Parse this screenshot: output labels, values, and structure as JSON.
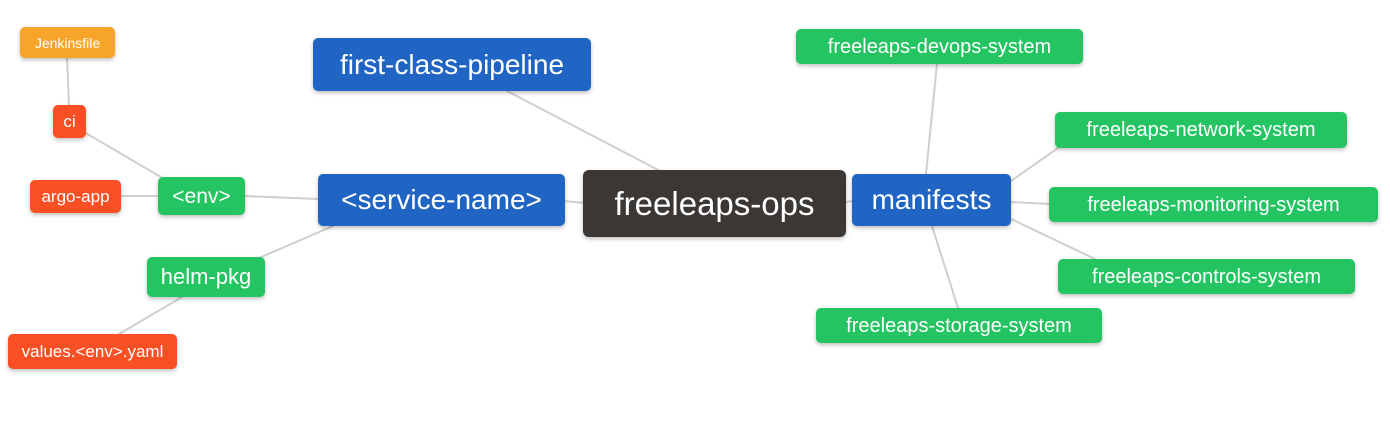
{
  "colors": {
    "root": "#3B3735",
    "blue": "#2065C4",
    "green": "#24C462",
    "red": "#F94F25",
    "amber": "#F7A52A",
    "edge": "#CFCFCF",
    "text": "#FFFFFF",
    "background": "#FFFFFF"
  },
  "mindmap": {
    "root": {
      "label": "freeleaps-ops"
    },
    "nodes": {
      "first_class_pipeline": {
        "label": "first-class-pipeline"
      },
      "service_name": {
        "label": "<service-name>"
      },
      "manifests": {
        "label": "manifests"
      },
      "env": {
        "label": "<env>"
      },
      "helm_pkg": {
        "label": "helm-pkg"
      },
      "ci": {
        "label": "ci"
      },
      "argo_app": {
        "label": "argo-app"
      },
      "jenkinsfile": {
        "label": "Jenkinsfile"
      },
      "values_env_yaml": {
        "label": "values.<env>.yaml"
      },
      "devops_system": {
        "label": "freeleaps-devops-system"
      },
      "network_system": {
        "label": "freeleaps-network-system"
      },
      "monitoring_system": {
        "label": "freeleaps-monitoring-system"
      },
      "controls_system": {
        "label": "freeleaps-controls-system"
      },
      "storage_system": {
        "label": "freeleaps-storage-system"
      }
    },
    "edges": [
      [
        "jenkinsfile",
        "ci"
      ],
      [
        "ci",
        "env"
      ],
      [
        "argo_app",
        "env"
      ],
      [
        "env",
        "service_name"
      ],
      [
        "helm_pkg",
        "service_name"
      ],
      [
        "values_env_yaml",
        "helm_pkg"
      ],
      [
        "first_class_pipeline",
        "root"
      ],
      [
        "service_name",
        "root"
      ],
      [
        "root",
        "manifests"
      ],
      [
        "manifests",
        "devops_system"
      ],
      [
        "manifests",
        "network_system"
      ],
      [
        "manifests",
        "monitoring_system"
      ],
      [
        "manifests",
        "controls_system"
      ],
      [
        "manifests",
        "storage_system"
      ]
    ]
  }
}
